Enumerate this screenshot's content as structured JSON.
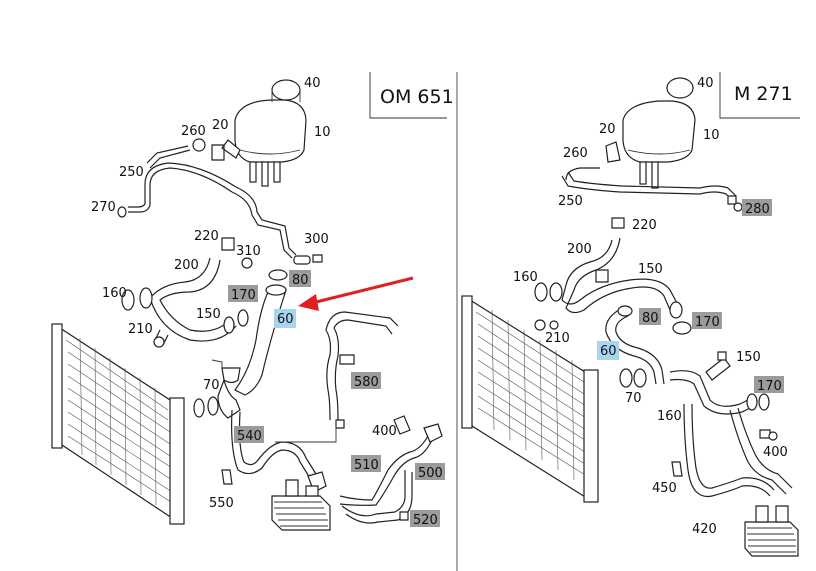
{
  "panels": [
    {
      "engine": "OM 651"
    },
    {
      "engine": "M 271"
    }
  ],
  "labels_left": [
    {
      "text": "40",
      "box": "none"
    },
    {
      "text": "10",
      "box": "none"
    },
    {
      "text": "20",
      "box": "none"
    },
    {
      "text": "260",
      "box": "none"
    },
    {
      "text": "250",
      "box": "none"
    },
    {
      "text": "270",
      "box": "none"
    },
    {
      "text": "220",
      "box": "none"
    },
    {
      "text": "310",
      "box": "none"
    },
    {
      "text": "300",
      "box": "none"
    },
    {
      "text": "80",
      "box": "gray"
    },
    {
      "text": "200",
      "box": "none"
    },
    {
      "text": "160",
      "box": "none"
    },
    {
      "text": "170",
      "box": "gray"
    },
    {
      "text": "60",
      "box": "blue"
    },
    {
      "text": "150",
      "box": "none"
    },
    {
      "text": "210",
      "box": "none"
    },
    {
      "text": "580",
      "box": "gray"
    },
    {
      "text": "70",
      "box": "none"
    },
    {
      "text": "540",
      "box": "gray"
    },
    {
      "text": "400",
      "box": "none"
    },
    {
      "text": "510",
      "box": "gray"
    },
    {
      "text": "500",
      "box": "gray"
    },
    {
      "text": "550",
      "box": "none"
    },
    {
      "text": "520",
      "box": "gray"
    }
  ],
  "labels_right": [
    {
      "text": "40",
      "box": "none"
    },
    {
      "text": "20",
      "box": "none"
    },
    {
      "text": "10",
      "box": "none"
    },
    {
      "text": "260",
      "box": "none"
    },
    {
      "text": "280",
      "box": "gray"
    },
    {
      "text": "250",
      "box": "none"
    },
    {
      "text": "220",
      "box": "none"
    },
    {
      "text": "200",
      "box": "none"
    },
    {
      "text": "150",
      "box": "none"
    },
    {
      "text": "160",
      "box": "none"
    },
    {
      "text": "80",
      "box": "gray"
    },
    {
      "text": "170",
      "box": "gray"
    },
    {
      "text": "210",
      "box": "none"
    },
    {
      "text": "60",
      "box": "blue"
    },
    {
      "text": "150",
      "box": "none"
    },
    {
      "text": "70",
      "box": "none"
    },
    {
      "text": "170",
      "box": "gray"
    },
    {
      "text": "160",
      "box": "none"
    },
    {
      "text": "400",
      "box": "none"
    },
    {
      "text": "450",
      "box": "none"
    },
    {
      "text": "420",
      "box": "none"
    }
  ],
  "colors": {
    "arrow": "#e02020",
    "gray_box": "#9b9b9b",
    "blue_box": "#a9d4ee",
    "line": "#222222"
  },
  "highlight": {
    "part": "60",
    "pointer": "red-arrow"
  }
}
